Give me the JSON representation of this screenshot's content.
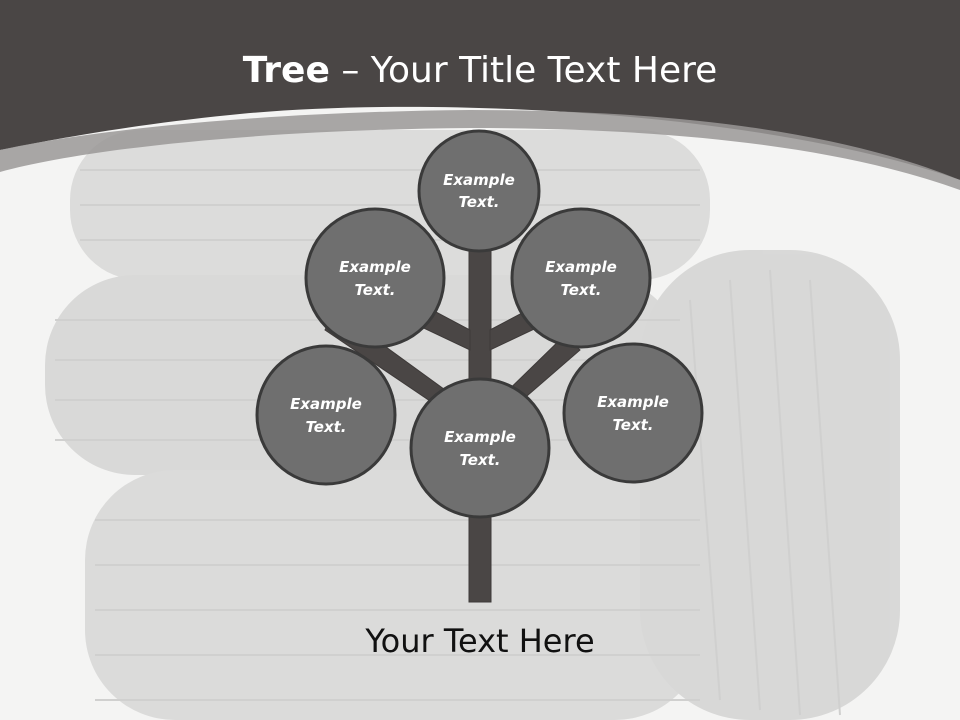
{
  "header": {
    "title_bold": "Tree",
    "title_rest": "– Your Title Text Here"
  },
  "colors": {
    "header_bg": "#4a4645",
    "node_fill": "#6f6f6f",
    "node_stroke": "#3a3a3a",
    "branch": "#4a4645",
    "background": "#f4f4f3"
  },
  "tree": {
    "nodes": [
      {
        "line1": "Example",
        "line2": "Text."
      },
      {
        "line1": "Example",
        "line2": "Text."
      },
      {
        "line1": "Example",
        "line2": "Text."
      },
      {
        "line1": "Example",
        "line2": "Text."
      },
      {
        "line1": "Example",
        "line2": "Text."
      },
      {
        "line1": "Example",
        "line2": "Text."
      }
    ]
  },
  "footer": {
    "text": "Your Text Here"
  }
}
